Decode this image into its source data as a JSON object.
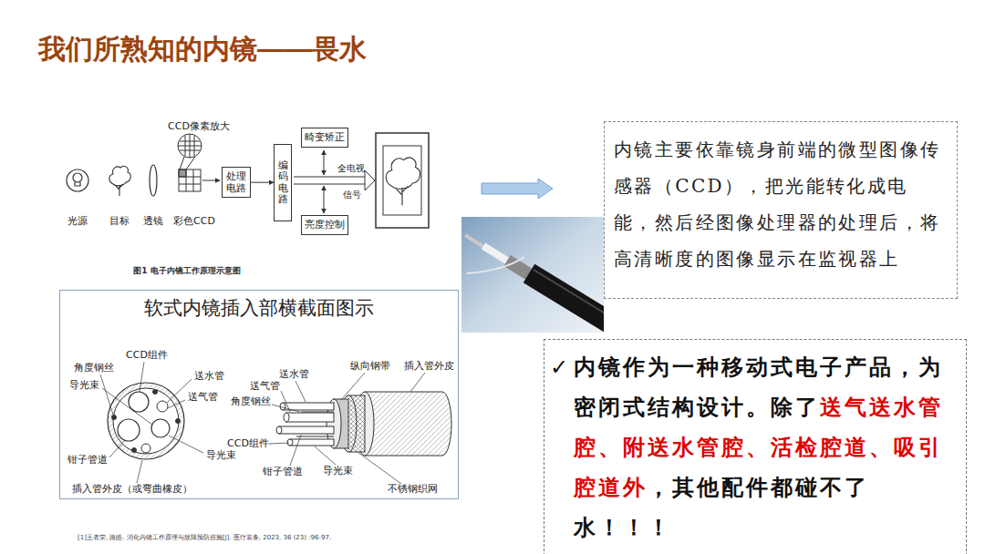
{
  "diagram": {
    "title": "我们所熟知的内镜——畏水",
    "caption": "图1 电子内镜工作原理示意图",
    "nodes": [
      {
        "text": [
          "处理电路"
        ]
      },
      {
        "text": [
          "编码电路"
        ]
      },
      {
        "text": [
          "畸变矫正"
        ]
      },
      {
        "text": [
          "亮度控制"
        ]
      },
      {
        "text": [
          "内镜主要依靠镜身前端的微型图像传感器（CCD），把光能转化成电能，然后经图像处理器的处理后，将高清晰度的图像显示在监视器上"
        ]
      },
      {
        "text": [
          "软式内镜插入部横截面图示"
        ]
      },
      {
        "text": [
          "✓",
          "内镜作为一种移动式电子产品，为密闭式结构设计。除了",
          "送气送水管腔、附送水管腔、活检腔道、吸引腔道外",
          "，其他配件都碰不了水！！！"
        ]
      }
    ],
    "edges": [
      {
        "from": 0,
        "to": 1,
        "arrow": "to"
      }
    ],
    "labels": [
      "CCD像素放大",
      "光源",
      "目标",
      "透镜",
      "彩色CCD",
      "全电视",
      "信号",
      "CCD组件",
      "角度钢丝",
      "送水管",
      "导光束",
      "送气管",
      "钳子管道",
      "插入管外皮（或弯曲橡皮）",
      "送水管",
      "送气管",
      "角度钢丝",
      "纵向钢带",
      "插入管外皮",
      "CCD组件",
      "导光束",
      "钳子管道",
      "导光束",
      "不锈钢织网",
      "[1]王者荣, 路皓. 消化内镜工作原理与故障预防措施[J]. 医疗装备, 2023, 36 (23) :96-97."
    ]
  }
}
